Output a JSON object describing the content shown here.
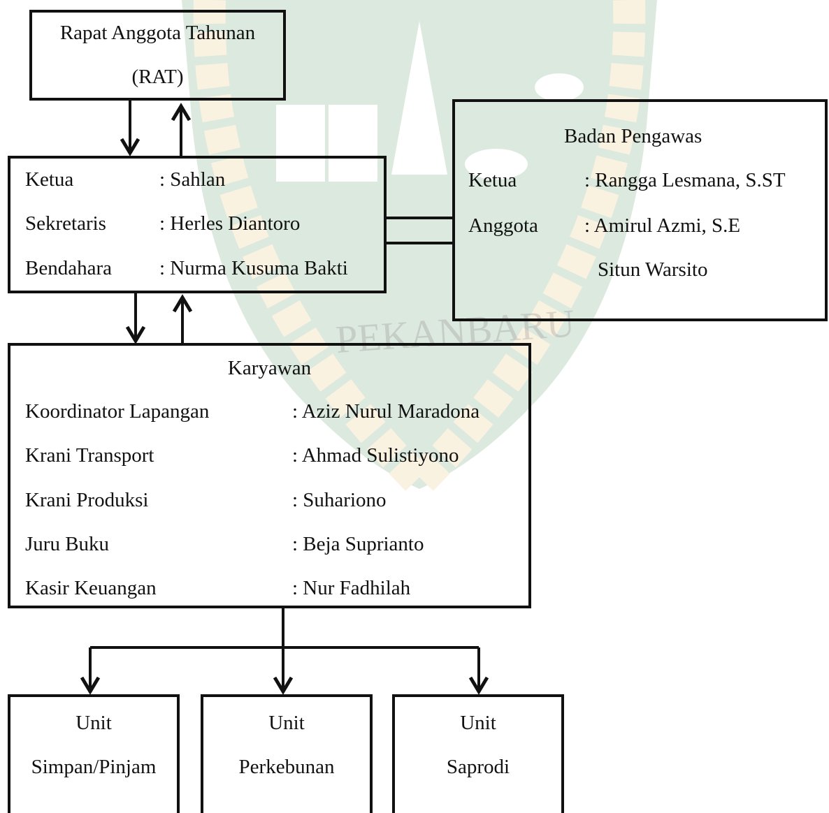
{
  "rat": {
    "line1": "Rapat Anggota Tahunan",
    "line2": "(RAT)"
  },
  "pengurus": {
    "rows": [
      {
        "role": "Ketua",
        "name": ": Sahlan"
      },
      {
        "role": "Sekretaris",
        "name": ": Herles Diantoro"
      },
      {
        "role": "Bendahara",
        "name": ": Nurma Kusuma Bakti"
      }
    ]
  },
  "pengawas": {
    "title": "Badan Pengawas",
    "ketua_role": "Ketua",
    "ketua_name": ": Rangga Lesmana, S.ST",
    "anggota_role": "Anggota",
    "anggota_name1": ": Amirul Azmi, S.E",
    "anggota_name2": "Situn Warsito"
  },
  "karyawan": {
    "title": "Karyawan",
    "rows": [
      {
        "role": "Koordinator Lapangan",
        "name": ": Aziz Nurul Maradona"
      },
      {
        "role": "Krani Transport",
        "name": ": Ahmad Sulistiyono"
      },
      {
        "role": "Krani Produksi",
        "name": ": Suhariono"
      },
      {
        "role": "Juru Buku",
        "name": ": Beja Suprianto"
      },
      {
        "role": "Kasir Keuangan",
        "name": ": Nur Fadhilah"
      }
    ]
  },
  "units": [
    {
      "line1": "Unit",
      "line2": "Simpan/Pinjam"
    },
    {
      "line1": "Unit",
      "line2": "Perkebunan"
    },
    {
      "line1": "Unit",
      "line2": "Saprodi"
    }
  ],
  "watermark": {
    "text": "PEKANBARU",
    "icon": "university-seal-icon"
  },
  "colors": {
    "ink": "#111111",
    "seal_green": "#2f7a3a",
    "seal_gold": "#e2b14a"
  }
}
